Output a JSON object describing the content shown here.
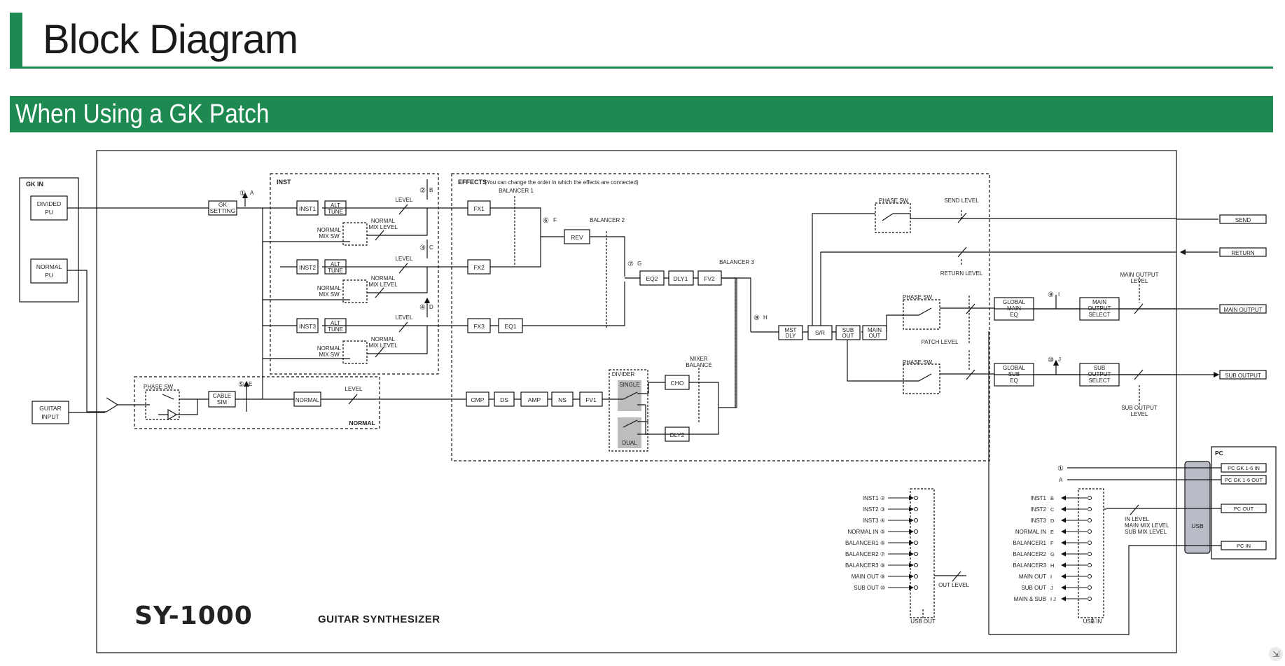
{
  "header": {
    "title": "Block Diagram"
  },
  "section": {
    "title": "When Using a GK Patch"
  },
  "brand": {
    "model": "SY-1000",
    "subtitle": "GUITAR SYNTHESIZER"
  },
  "colors": {
    "accent": "#1e8a52",
    "usb": "#b9bcc6",
    "divider_fill": "#bdbdbd"
  },
  "gk_in": {
    "label": "GK IN",
    "divided": "DIVIDED",
    "pu1": "PU",
    "normal": "NORMAL",
    "pu2": "PU"
  },
  "gk_setting": {
    "l1": "GK",
    "l2": "SETTING"
  },
  "guitar_input": {
    "l1": "GUITAR",
    "l2": "INPUT"
  },
  "inst": {
    "title": "INST",
    "inst1": "INST1",
    "inst2": "INST2",
    "inst3": "INST3",
    "alt": "ALT",
    "tune": "TUNE",
    "level": "LEVEL",
    "normal": "NORMAL",
    "mix_sw": "MIX SW",
    "mix_level": "MIX LEVEL"
  },
  "normal_block": {
    "title": "NORMAL",
    "phase_sw": "PHASE SW",
    "cable": "CABLE",
    "sim": "SIM",
    "normal_box": "NORMAL",
    "level": "LEVEL"
  },
  "markers": {
    "m1": "①",
    "m2": "②",
    "m3": "③",
    "m4": "④",
    "m5": "⑤",
    "m6": "⑥",
    "m7": "⑦",
    "m8": "⑧",
    "m9": "⑨",
    "m10": "⑩",
    "A": "A",
    "B": "B",
    "C": "C",
    "D": "D",
    "E": "E",
    "F": "F",
    "G": "G",
    "H": "H",
    "I": "I",
    "J": "J"
  },
  "effects": {
    "title": "EFFECTS",
    "note": "(You can change the order in which the effects are connected)",
    "fx1": "FX1",
    "fx2": "FX2",
    "fx3": "FX3",
    "eq1": "EQ1",
    "rev": "REV",
    "eq2": "EQ2",
    "dly1": "DLY1",
    "fv2": "FV2",
    "cmp": "CMP",
    "ds": "DS",
    "amp": "AMP",
    "ns": "NS",
    "fv1": "FV1",
    "cho": "CHO",
    "dly2": "DLY2",
    "balancer1": "BALANCER 1",
    "balancer2": "BALANCER 2",
    "balancer3": "BALANCER 3",
    "divider": "DIVIDER",
    "single": "SINGLE",
    "dual": "DUAL",
    "mixer": "MIXER",
    "balance": "BALANCE",
    "mst": "MST",
    "dly": "DLY",
    "sr": "S/R",
    "sub": "SUB",
    "out": "OUT",
    "main": "MAIN"
  },
  "outputs": {
    "phase_sw": "PHASE SW",
    "send_level": "SEND LEVEL",
    "return_level": "RETURN LEVEL",
    "patch_level": "PATCH LEVEL",
    "global": "GLOBAL",
    "main": "MAIN",
    "sub": "SUB",
    "eq": "EQ",
    "main_output_level_1": "MAIN OUTPUT",
    "main_output_level_2": "LEVEL",
    "main_output_select_1": "MAIN",
    "main_output_select_2": "OUTPUT",
    "main_output_select_3": "SELECT",
    "sub_output_select_1": "SUB",
    "sub_output_select_2": "OUTPUT",
    "sub_output_select_3": "SELECT",
    "sub_output_level_1": "SUB OUTPUT",
    "sub_output_level_2": "LEVEL",
    "send": "SEND",
    "return": "RETURN",
    "main_output": "MAIN OUTPUT",
    "sub_output": "SUB OUTPUT"
  },
  "usb_out": {
    "title": "USB OUT",
    "out_level": "OUT LEVEL",
    "items": [
      "INST1 ②",
      "INST2 ③",
      "INST3 ④",
      "NORMAL IN ⑤",
      "BALANCER1 ⑥",
      "BALANCER2 ⑦",
      "BALANCER3 ⑧",
      "MAIN OUT ⑨",
      "SUB OUT ⑩"
    ]
  },
  "usb_in": {
    "title": "USB IN",
    "items": [
      "INST1",
      "INST2",
      "INST3",
      "NORMAL IN",
      "BALANCER1",
      "BALANCER2",
      "BALANCER3",
      "MAIN OUT",
      "SUB OUT",
      "MAIN & SUB"
    ],
    "tags": [
      "B",
      "C",
      "D",
      "E",
      "F",
      "G",
      "H",
      "I",
      "J",
      "I J"
    ],
    "in_level_1": "IN LEVEL",
    "in_level_2": "MAIN MIX LEVEL",
    "in_level_3": "SUB MIX LEVEL"
  },
  "pc": {
    "title": "PC",
    "usb": "USB",
    "gk_in": "PC GK 1-6 IN",
    "gk_out": "PC GK 1-6 OUT",
    "pc_out": "PC OUT",
    "pc_in": "PC IN"
  }
}
